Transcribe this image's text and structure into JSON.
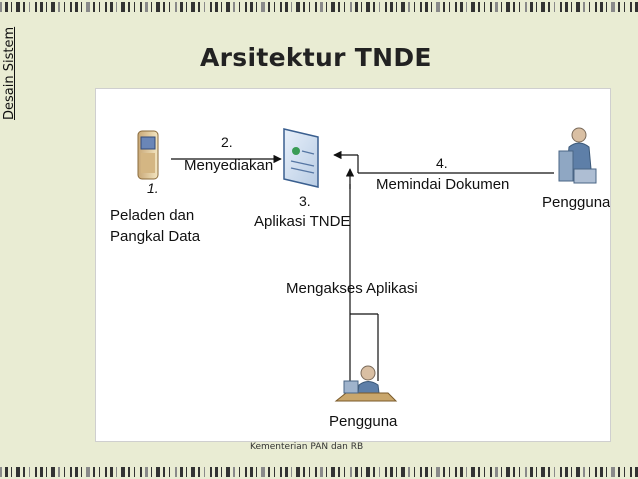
{
  "sidebar": {
    "label": "Desain Sistem"
  },
  "slide": {
    "title": "Arsitektur TNDE"
  },
  "diagram": {
    "server": {
      "number": "1.",
      "label_line1": "Peladen dan",
      "label_line2": "Pangkal Data",
      "icon": "server-icon"
    },
    "step2": {
      "number": "2.",
      "label": "Menyediakan"
    },
    "app": {
      "number": "3.",
      "label": "Aplikasi TNDE",
      "icon": "document-app-icon"
    },
    "step4": {
      "number": "4.",
      "label": "Memindai Dokumen"
    },
    "user_right": {
      "label": "Pengguna",
      "icon": "scanner-user-icon"
    },
    "access": {
      "label": "Mengakses Aplikasi"
    },
    "user_bottom": {
      "label": "Pengguna",
      "icon": "desk-user-icon"
    }
  },
  "footer": {
    "text": "Kementerian PAN dan RB"
  }
}
